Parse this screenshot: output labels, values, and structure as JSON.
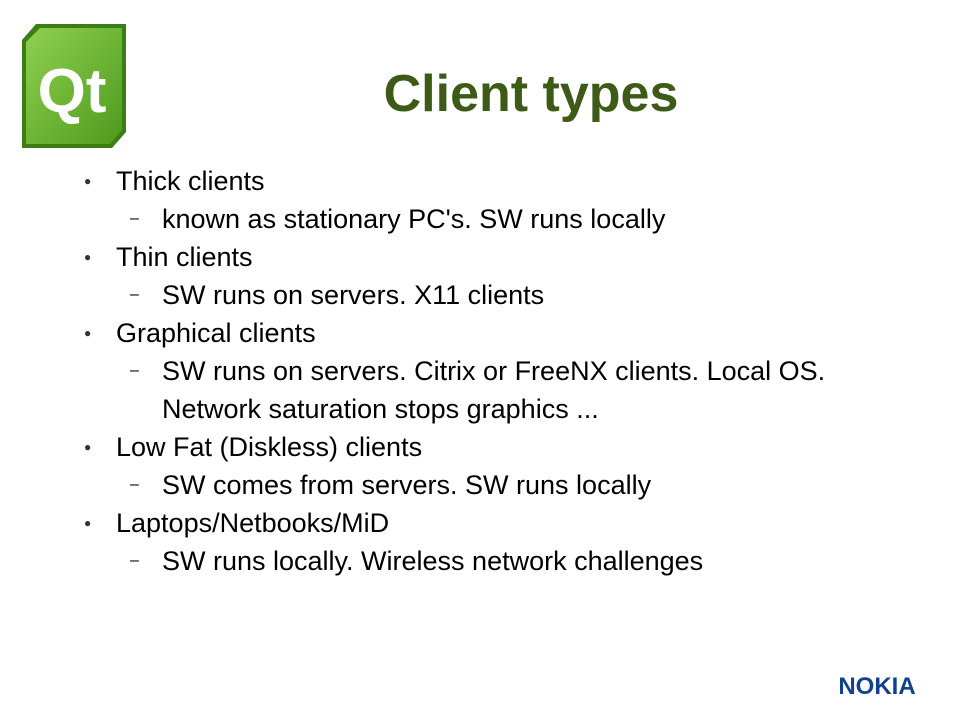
{
  "slide": {
    "title": "Client types",
    "items": [
      {
        "label": "Thick clients",
        "sub": "known as stationary PC's. SW runs locally"
      },
      {
        "label": "Thin clients",
        "sub": "SW runs on servers. X11 clients"
      },
      {
        "label": "Graphical clients",
        "sub": "SW runs on servers. Citrix or FreeNX clients.  Local OS. Network saturation stops graphics ..."
      },
      {
        "label": "Low Fat (Diskless) clients",
        "sub": "SW comes from servers. SW runs locally"
      },
      {
        "label": "Laptops/Netbooks/MiD",
        "sub": "SW runs locally. Wireless network challenges"
      }
    ]
  },
  "branding": {
    "left_logo": "Qt",
    "right_logo": "NOKIA",
    "qt_green": "#6cb535",
    "title_color": "#3d5a16",
    "nokia_blue": "#124191"
  }
}
